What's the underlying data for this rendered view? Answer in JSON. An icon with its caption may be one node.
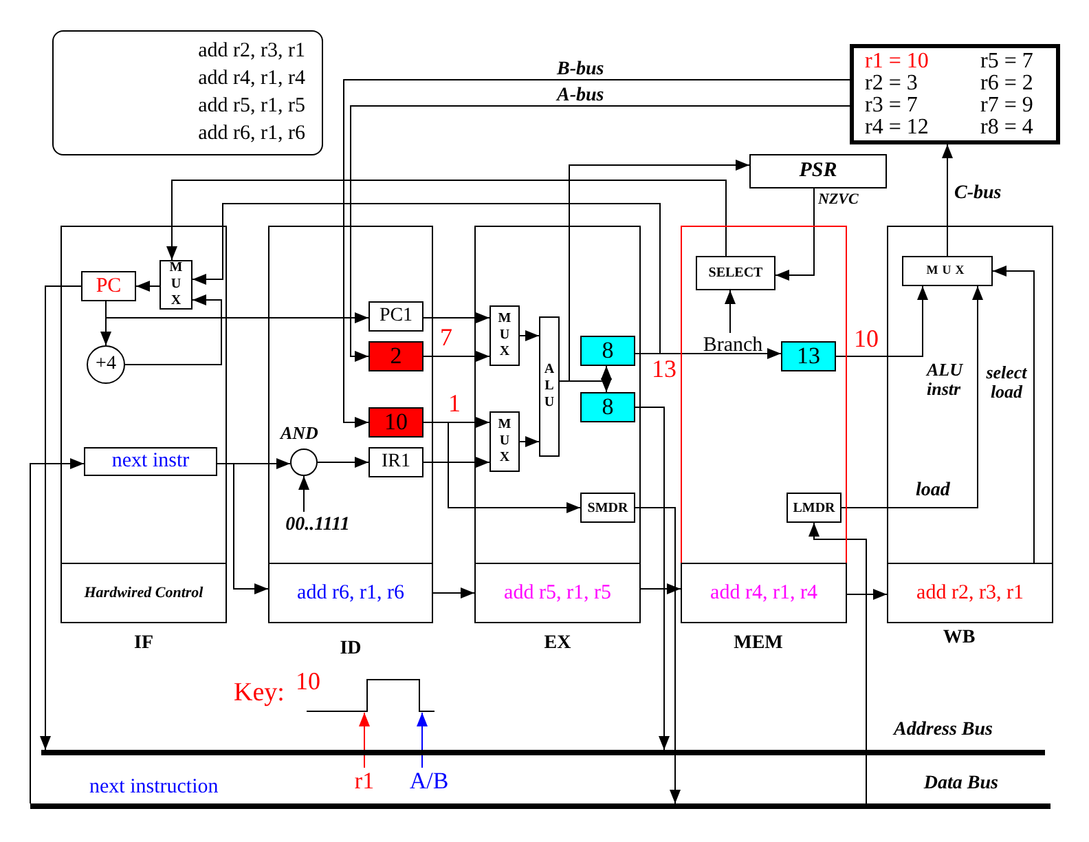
{
  "diagram": {
    "nodes": [
      {
        "text": [
          "add r2, r3, r1",
          "add r4, r1, r4",
          "add r5, r1, r5",
          "add r6, r1, r6"
        ]
      },
      {
        "text": [
          "r1 = 10",
          "r2 = 3",
          "r3 = 7",
          "r4 = 12",
          "r5 = 7",
          "r6 = 2",
          "r7 = 9",
          "r8 = 4"
        ]
      },
      {
        "text": [
          "PSR"
        ]
      },
      {
        "text": [
          "IF"
        ]
      },
      {
        "text": [
          "Hardwired Control"
        ],
        "in": 3
      },
      {
        "text": [
          "PC"
        ],
        "in": 3
      },
      {
        "text": [
          "MUX"
        ],
        "in": 3
      },
      {
        "text": [
          "+4"
        ],
        "in": 3
      },
      {
        "text": [
          "next instr"
        ],
        "in": 3
      },
      {
        "text": [
          "ID"
        ]
      },
      {
        "text": [
          "add r6, r1, r6"
        ],
        "in": 9
      },
      {
        "text": [
          "AND"
        ],
        "in": 9
      },
      {
        "text": [
          "PC1"
        ],
        "in": 9
      },
      {
        "text": [
          "2"
        ],
        "in": 9
      },
      {
        "text": [
          "10"
        ],
        "in": 9
      },
      {
        "text": [
          "IR1"
        ],
        "in": 9
      },
      {
        "text": [
          "00..1111"
        ],
        "in": 9
      },
      {
        "text": [
          "EX"
        ]
      },
      {
        "text": [
          "add r5, r1, r5"
        ],
        "in": 17
      },
      {
        "text": [
          "MUX"
        ],
        "in": 17
      },
      {
        "text": [
          "MUX"
        ],
        "in": 17
      },
      {
        "text": [
          "ALU"
        ],
        "in": 17
      },
      {
        "text": [
          "8"
        ],
        "in": 17
      },
      {
        "text": [
          "8"
        ],
        "in": 17
      },
      {
        "text": [
          "SMDR"
        ],
        "in": 17
      },
      {
        "text": [
          "MEM"
        ]
      },
      {
        "text": [
          "add r4, r1, r4"
        ],
        "in": 25
      },
      {
        "text": [
          "SELECT"
        ],
        "in": 25
      },
      {
        "text": [
          "Branch"
        ],
        "in": 25
      },
      {
        "text": [
          "13"
        ],
        "in": 25
      },
      {
        "text": [
          "LMDR"
        ],
        "in": 25
      },
      {
        "text": [
          "WB"
        ]
      },
      {
        "text": [
          "add r2, r3, r1"
        ],
        "in": 31
      },
      {
        "text": [
          "MUX"
        ],
        "in": 31
      },
      {
        "text": [],
        "shape": "pulse"
      },
      {
        "text": [
          "r1"
        ]
      },
      {
        "text": [
          "A/B"
        ]
      },
      {
        "text": [
          "Address Bus"
        ]
      },
      {
        "text": [
          "Data Bus"
        ]
      }
    ],
    "edges": [
      {
        "from": 1,
        "to": 14,
        "arrow": "to",
        "label": "B-bus"
      },
      {
        "from": 1,
        "to": 13,
        "arrow": "to",
        "label": "A-bus"
      },
      {
        "from": 27,
        "to": 6,
        "arrow": "to"
      },
      {
        "from": 22,
        "to": 6,
        "arrow": "to"
      },
      {
        "from": 7,
        "to": 6,
        "arrow": "to"
      },
      {
        "from": 6,
        "to": 5,
        "arrow": "to"
      },
      {
        "from": 5,
        "to": 7,
        "arrow": "to"
      },
      {
        "from": 5,
        "to": 12,
        "arrow": "to"
      },
      {
        "from": 5,
        "to": 37,
        "arrow": "to"
      },
      {
        "from": 38,
        "to": 8,
        "arrow": "to"
      },
      {
        "from": 8,
        "to": 11,
        "arrow": "to"
      },
      {
        "from": 8,
        "to": 10,
        "arrow": "to"
      },
      {
        "from": 11,
        "to": 15,
        "arrow": "to"
      },
      {
        "from": 16,
        "to": 11,
        "arrow": "to"
      },
      {
        "from": 12,
        "to": 19,
        "arrow": "to"
      },
      {
        "from": 13,
        "to": 19,
        "arrow": "to",
        "label": "7"
      },
      {
        "from": 14,
        "to": 20,
        "arrow": "to",
        "label": "1"
      },
      {
        "from": 15,
        "to": 20,
        "arrow": "to"
      },
      {
        "from": 14,
        "to": 24,
        "arrow": "to"
      },
      {
        "from": 19,
        "to": 21,
        "arrow": "to"
      },
      {
        "from": 20,
        "to": 21,
        "arrow": "to"
      },
      {
        "from": 21,
        "to": 22,
        "arrow": "to"
      },
      {
        "from": 21,
        "to": 23,
        "arrow": "to"
      },
      {
        "from": 21,
        "to": 2,
        "arrow": "to"
      },
      {
        "from": 22,
        "to": 29,
        "arrow": "to",
        "label": "13"
      },
      {
        "from": 2,
        "to": 27,
        "arrow": "to",
        "label": "NZVC"
      },
      {
        "from": 28,
        "to": 27,
        "arrow": "to"
      },
      {
        "from": 29,
        "to": 33,
        "arrow": "to",
        "label": "10"
      },
      {
        "from": 23,
        "to": 37,
        "arrow": "to"
      },
      {
        "from": 24,
        "to": 38,
        "arrow": "to"
      },
      {
        "from": 38,
        "to": 30,
        "arrow": "to"
      },
      {
        "from": 30,
        "to": 33,
        "arrow": "to",
        "label": "load"
      },
      {
        "from": 32,
        "to": 33,
        "arrow": "to",
        "label": "select load"
      },
      {
        "from": 33,
        "to": 1,
        "arrow": "to",
        "label": "C-bus"
      },
      {
        "from": 10,
        "to": 18,
        "arrow": "to"
      },
      {
        "from": 18,
        "to": 26,
        "arrow": "to"
      },
      {
        "from": 26,
        "to": 32,
        "arrow": "to"
      },
      {
        "from": 35,
        "to": 34,
        "arrow": "to",
        "color": "#ff0000"
      },
      {
        "from": 36,
        "to": 34,
        "arrow": "to",
        "color": "#0000ff"
      }
    ],
    "labels": [
      "ALU instr",
      "Key:",
      "10",
      "next instruction"
    ]
  }
}
